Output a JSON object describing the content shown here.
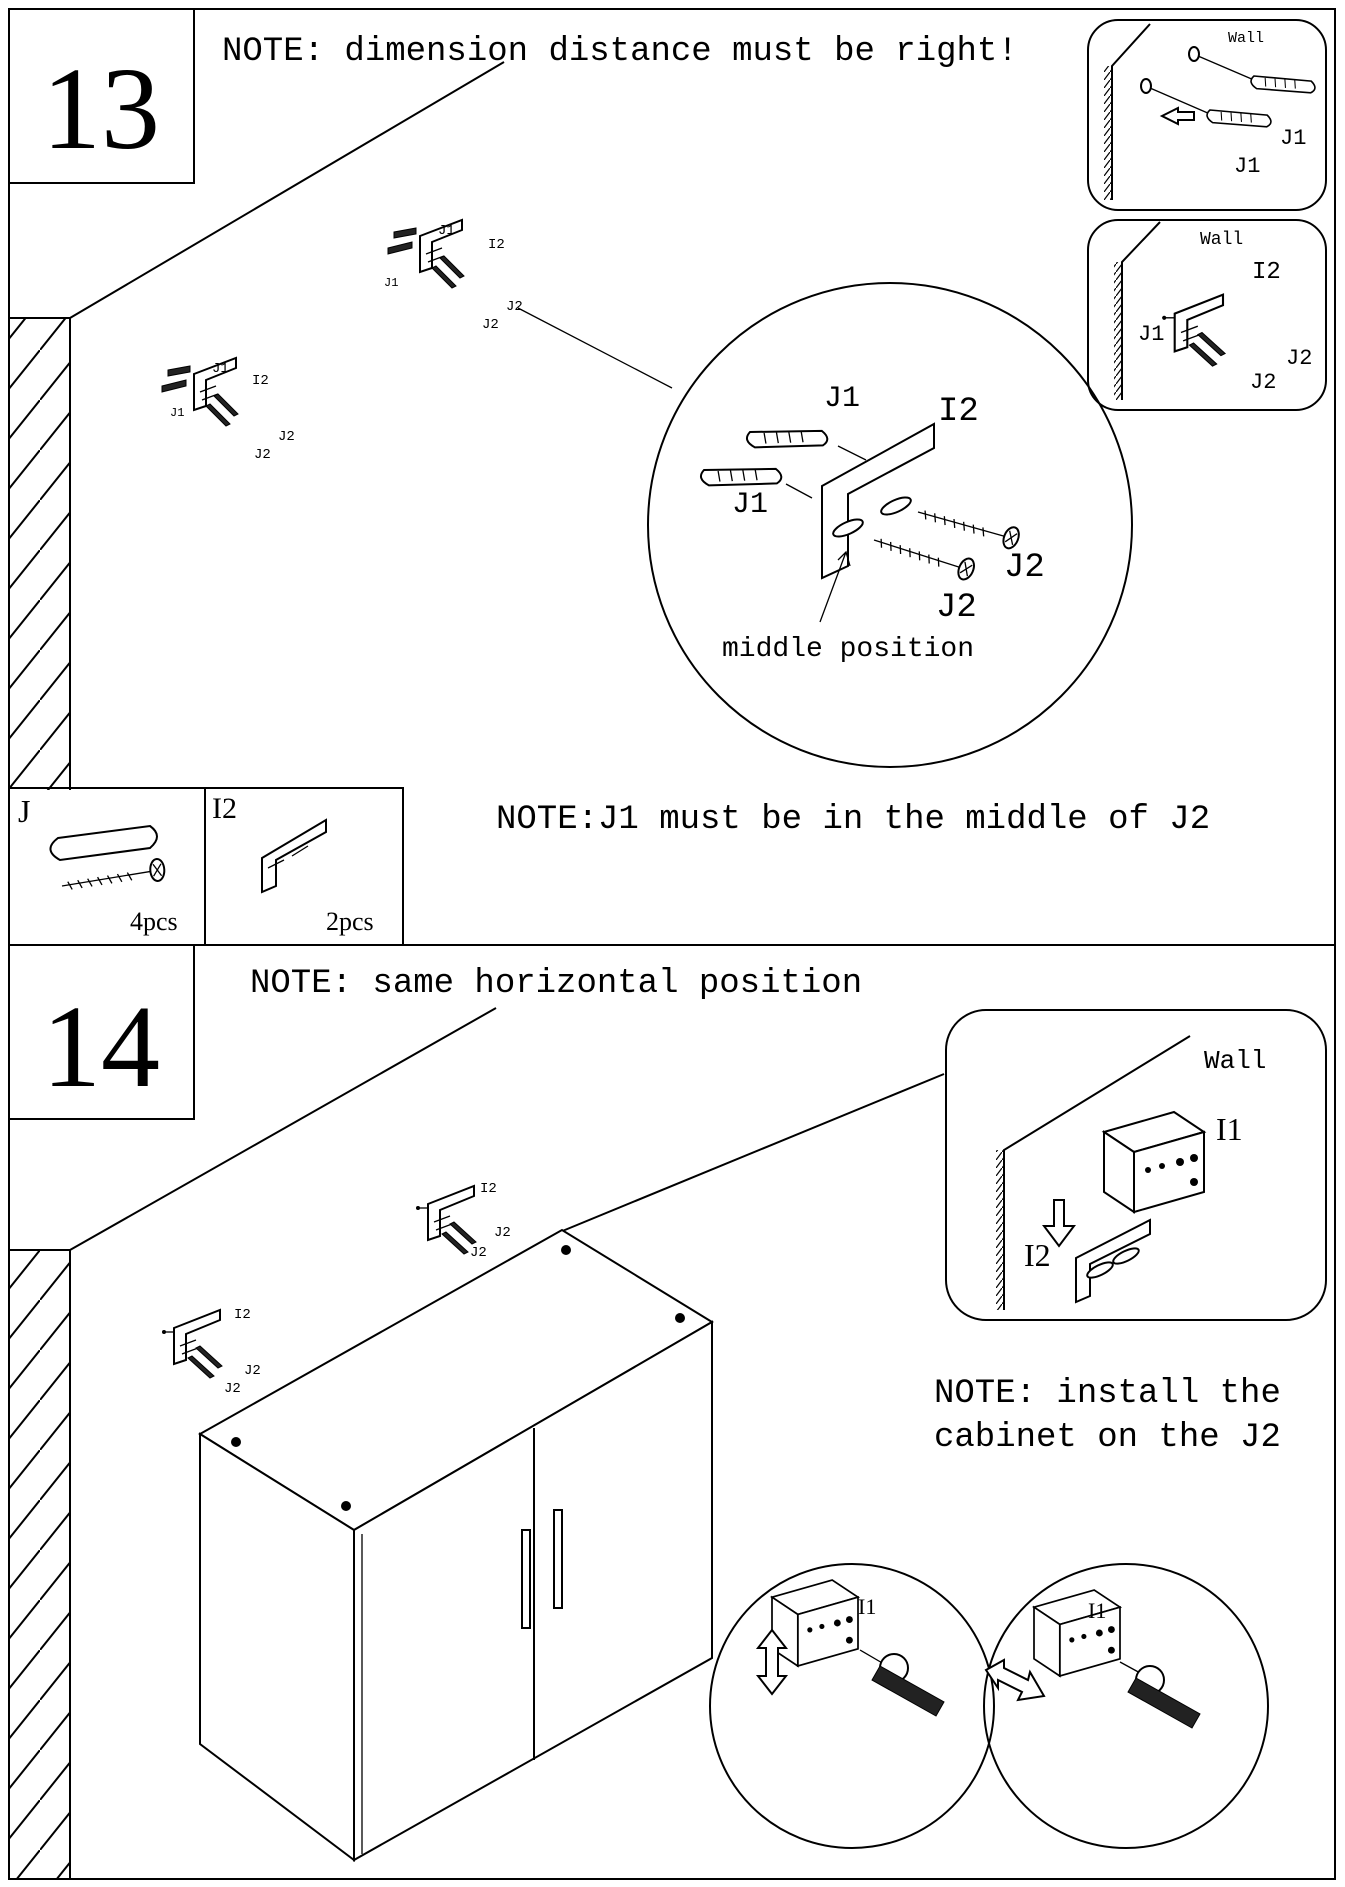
{
  "steps": [
    {
      "number": "13",
      "note_top": "NOTE: dimension distance must be right!",
      "note_middle": "NOTE:J1 must be in the middle of J2",
      "labels": {
        "j1": "J1",
        "j2": "J2",
        "i2": "I2",
        "wall": "Wall",
        "middle_position": "middle position"
      },
      "parts": [
        {
          "name": "J",
          "qty": "4pcs"
        },
        {
          "name": "I2",
          "qty": "2pcs"
        }
      ]
    },
    {
      "number": "14",
      "note_top": "NOTE: same horizontal position",
      "note_side_line1": "NOTE: install the",
      "note_side_line2": "cabinet on the J2",
      "labels": {
        "wall": "Wall",
        "i1": "I1",
        "i2": "I2",
        "j2": "J2"
      }
    }
  ]
}
